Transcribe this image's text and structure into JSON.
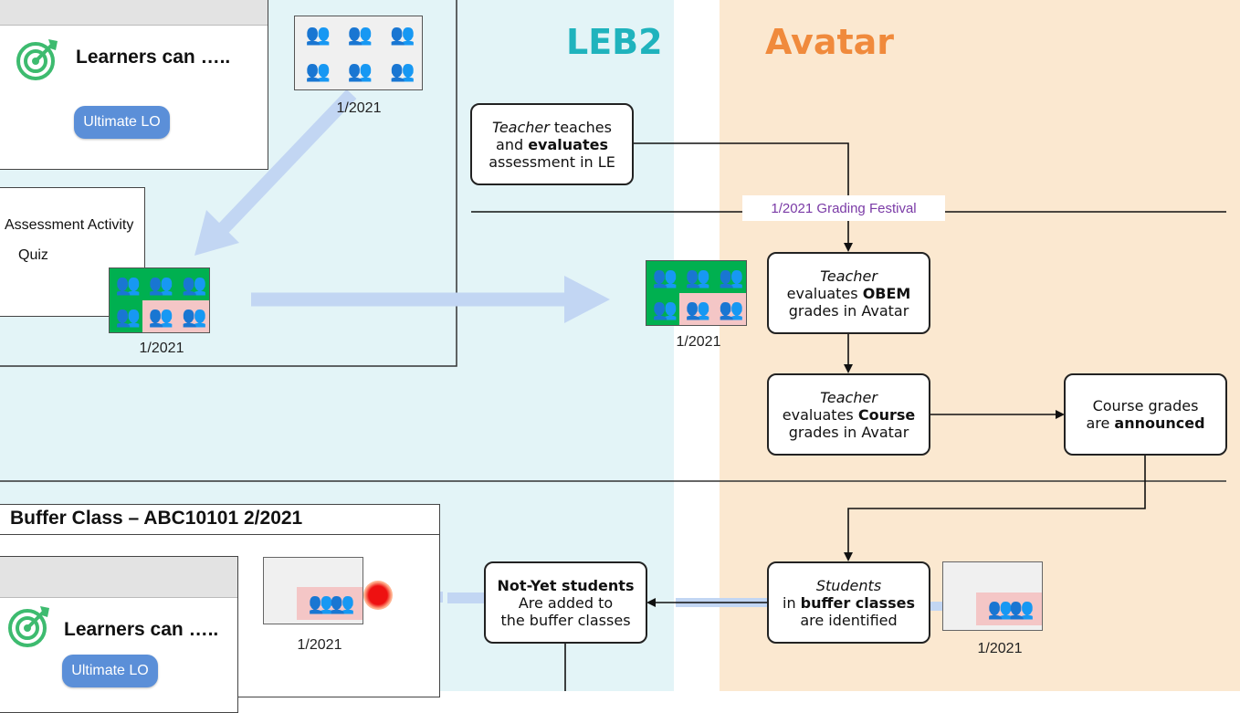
{
  "lanes": {
    "leb2": "LEB2",
    "avatar": "Avatar"
  },
  "colors": {
    "leb2_title": "#1fb3bd",
    "avatar_title": "#f08a3c",
    "leb2_bg": "#e3f4f7",
    "avatar_bg": "#fbe8d0",
    "green": "#00b050",
    "pink": "#f4c6c6",
    "pill": "#5b8fd8",
    "festival_text": "#7a3aa6",
    "red_dot": "#ee1111"
  },
  "top_panel": {
    "heading": "Learners can …..",
    "button": "Ultimate LO"
  },
  "assessment_panel": {
    "line1": "Assessment Activity",
    "line2": "Quiz",
    "date": "1/2021"
  },
  "class_icon_top": {
    "date": "1/2021"
  },
  "leb_grid": {
    "date": "1/2021"
  },
  "buffer_panel": {
    "title": "Buffer Class – ABC10101 2/2021",
    "heading": "Learners can …..",
    "button": "Ultimate LO",
    "date": "1/2021"
  },
  "avatar_grid": {
    "date": "1/2021"
  },
  "festival": {
    "label": "1/2021 Grading Festival"
  },
  "boxes": {
    "teacher_teaches": {
      "l1a": "Teacher",
      "l1b": " teaches",
      "l2a": "and ",
      "l2b": "evaluates",
      "l3": "assessment in LE"
    },
    "obem": {
      "l1": "Teacher",
      "l2a": "evaluates ",
      "l2b": "OBEM",
      "l3": "grades in Avatar"
    },
    "course": {
      "l1": "Teacher",
      "l2a": "evaluates ",
      "l2b": "Course",
      "l3": "grades in Avatar"
    },
    "announced": {
      "l1": "Course grades",
      "l2a": "are ",
      "l2b": "announced"
    },
    "students": {
      "l1": "Students",
      "l2a": "in ",
      "l2b": "buffer classes",
      "l3": "are identified"
    },
    "notyet": {
      "l1": "Not-Yet students",
      "l2": "Are added to",
      "l3": "the buffer classes"
    }
  },
  "students_icon": {
    "date": "1/2021"
  }
}
